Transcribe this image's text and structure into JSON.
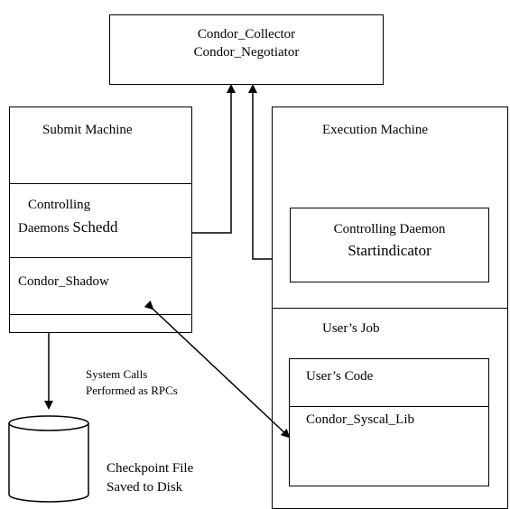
{
  "collector": {
    "line1": "Condor_Collector",
    "line2": "Condor_Negotiator"
  },
  "submit": {
    "title": "Submit Machine",
    "controlling_line1": "Controlling",
    "controlling_line2_prefix": "Daemons ",
    "controlling_line2_name": "Schedd",
    "shadow": "Condor_Shadow"
  },
  "execution": {
    "title": "Execution Machine",
    "controlling_line1": "Controlling Daemon",
    "controlling_line2": "Startindicator",
    "users_job": "User’s Job",
    "users_code": "User’s Code",
    "syscall_lib": "Condor_Syscal_Lib"
  },
  "rpc_label": {
    "line1": "System Calls",
    "line2": "Performed as RPCs"
  },
  "checkpoint": {
    "line1": "Checkpoint File",
    "line2": "Saved to Disk"
  }
}
